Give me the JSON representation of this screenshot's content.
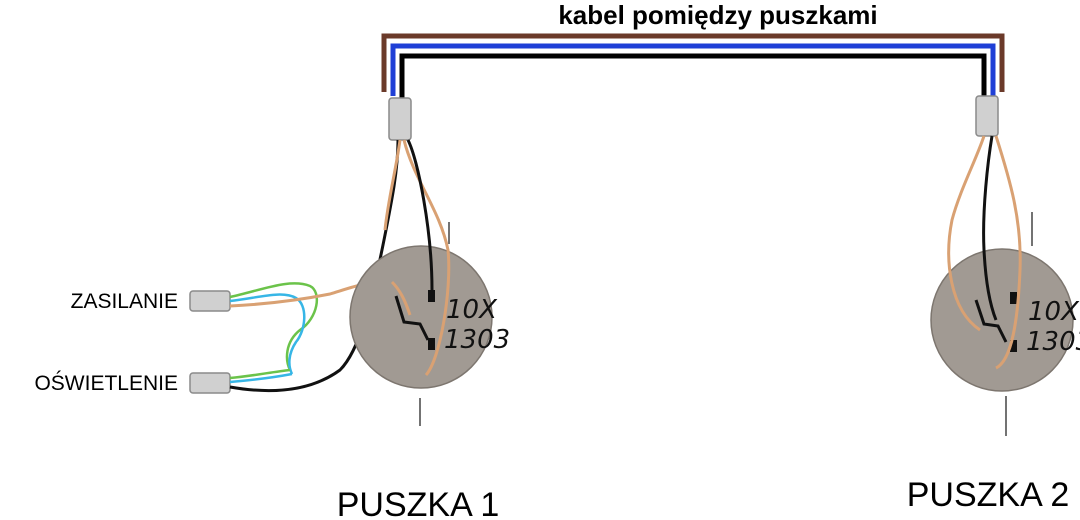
{
  "title": "kabel pomiędzy puszkami",
  "labels": {
    "supply": "ZASILANIE",
    "lighting": "OŚWIETLENIE",
    "box1": "PUSZKA 1",
    "box2": "PUSZKA 2"
  },
  "switch_marking": {
    "line1": "10X",
    "line2": "1303"
  },
  "colors": {
    "brown": "#6b3a2a",
    "blue": "#1f3fd6",
    "black": "#000000",
    "copper": "#d9a173",
    "green_yellow": "#6bc34a",
    "light_blue": "#37b6e6",
    "switch_body": "#a19a93",
    "cable_sheath": "#d0d0d0"
  }
}
